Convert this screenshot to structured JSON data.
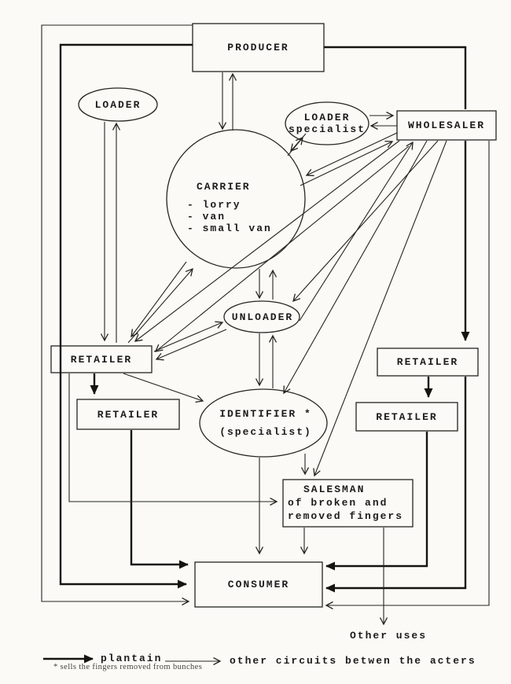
{
  "page": {
    "background": "#fbfaf6",
    "ink": "#26251f"
  },
  "nodes": {
    "producer": {
      "label": "PRODUCER"
    },
    "loader": {
      "label": "LOADER"
    },
    "loader_specialist": {
      "line1": "LOADER",
      "line2": "specialist"
    },
    "wholesaler": {
      "label": "WHOLESALER"
    },
    "carrier": {
      "label": "CARRIER",
      "items": [
        "- lorry",
        "- van",
        "- small van"
      ]
    },
    "unloader": {
      "label": "UNLOADER"
    },
    "retailer_left_1": {
      "label": "RETAILER"
    },
    "retailer_left_2": {
      "label": "RETAILER"
    },
    "retailer_right_1": {
      "label": "RETAILER"
    },
    "retailer_right_2": {
      "label": "RETAILER"
    },
    "identifier": {
      "line1": "IDENTIFIER *",
      "line2": "(specialist)"
    },
    "salesman": {
      "line1": "SALESMAN",
      "line2": "of broken and",
      "line3": "removed fingers"
    },
    "consumer": {
      "label": "CONSUMER"
    },
    "other_uses": {
      "label": "Other uses"
    }
  },
  "legend": {
    "plantain_label": "plantain",
    "other_circuits_label": "other circuits betwen the acters"
  },
  "footnote": "* sells the fingers removed from bunches",
  "edges": [
    {
      "from": "producer",
      "to": "carrier",
      "style": "double-arrow"
    },
    {
      "from": "producer",
      "to": "wholesaler",
      "style": "thick"
    },
    {
      "from": "producer",
      "to": "consumer",
      "style": "thick-frame"
    },
    {
      "from": "producer",
      "to": "consumer",
      "style": "thin-frame"
    },
    {
      "from": "loader",
      "to": "retailer_left_1",
      "style": "double-arrow"
    },
    {
      "from": "carrier",
      "to": "loader_specialist",
      "style": "double-arrow"
    },
    {
      "from": "loader_specialist",
      "to": "wholesaler",
      "style": "double-arrow"
    },
    {
      "from": "carrier",
      "to": "wholesaler",
      "style": "double-arrow"
    },
    {
      "from": "wholesaler",
      "to": "retailer_right_1",
      "style": "thick"
    },
    {
      "from": "wholesaler",
      "to": "unloader",
      "style": "double-arrow"
    },
    {
      "from": "wholesaler",
      "to": "identifier",
      "style": "thin"
    },
    {
      "from": "wholesaler",
      "to": "retailer_left_1",
      "style": "double"
    },
    {
      "from": "wholesaler",
      "to": "salesman",
      "style": "thin"
    },
    {
      "from": "wholesaler",
      "to": "consumer",
      "style": "thin-frame"
    },
    {
      "from": "carrier",
      "to": "unloader",
      "style": "double-arrow"
    },
    {
      "from": "carrier",
      "to": "retailer_left_1",
      "style": "double-arrow"
    },
    {
      "from": "unloader",
      "to": "identifier",
      "style": "double-arrow"
    },
    {
      "from": "retailer_left_1",
      "to": "unloader",
      "style": "double-arrow"
    },
    {
      "from": "retailer_left_1",
      "to": "retailer_left_2",
      "style": "thick"
    },
    {
      "from": "retailer_left_1",
      "to": "identifier",
      "style": "thin"
    },
    {
      "from": "retailer_left_1",
      "to": "salesman",
      "style": "thin"
    },
    {
      "from": "retailer_left_2",
      "to": "consumer",
      "style": "thick"
    },
    {
      "from": "retailer_right_1",
      "to": "retailer_right_2",
      "style": "thick"
    },
    {
      "from": "retailer_right_1",
      "to": "consumer",
      "style": "thick"
    },
    {
      "from": "retailer_right_2",
      "to": "consumer",
      "style": "thick"
    },
    {
      "from": "identifier",
      "to": "consumer",
      "style": "thin"
    },
    {
      "from": "identifier",
      "to": "salesman",
      "style": "thin"
    },
    {
      "from": "salesman",
      "to": "consumer",
      "style": "thin"
    },
    {
      "from": "salesman",
      "to": "other_uses",
      "style": "thin"
    }
  ]
}
